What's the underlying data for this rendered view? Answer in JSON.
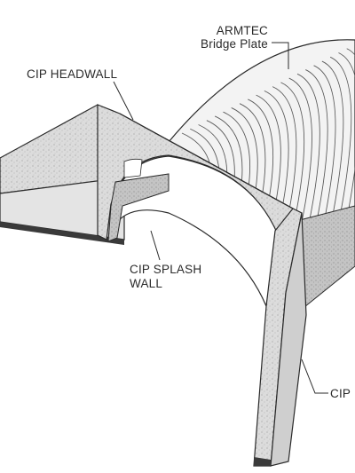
{
  "labels": {
    "bridge_plate_line1": "ARMTEC",
    "bridge_plate_line2": "Bridge Plate",
    "headwall": "CIP HEADWALL",
    "splash_wall_line1": "CIP SPLASH",
    "splash_wall_line2": "WALL",
    "wingwall_partial": "CIP"
  },
  "colors": {
    "line": "#2a2a2a",
    "concrete": "#d9d9d9",
    "concrete_dark": "#bdbdbd",
    "plate": "#f2f2f2",
    "shadow": "#4a4a4a"
  }
}
